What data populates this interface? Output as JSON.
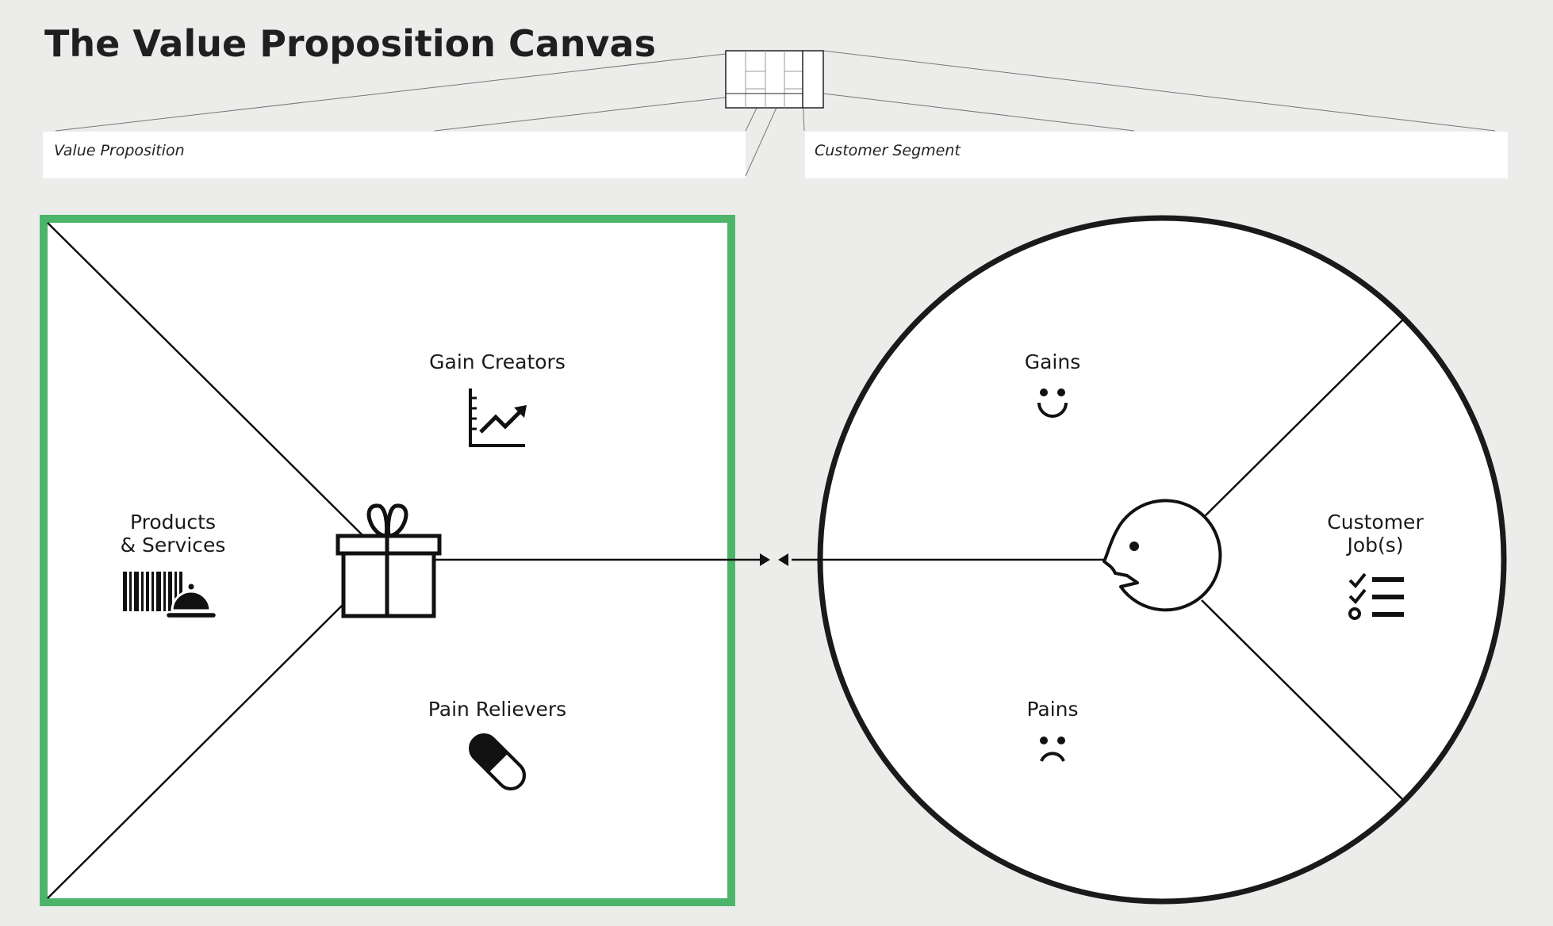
{
  "header": {
    "title": "The Value Proposition Canvas"
  },
  "fields": {
    "value_proposition_name": "Value Proposition",
    "customer_segment_name": "Customer Segment"
  },
  "value_map": {
    "accent_color": "#4db56a",
    "gain_creators": "Gain Creators",
    "products_services_line1": "Products",
    "products_services_line2": "& Services",
    "pain_relievers": "Pain Relievers"
  },
  "customer_profile": {
    "gains": "Gains",
    "customer_jobs_line1": "Customer",
    "customer_jobs_line2": "Job(s)",
    "pains": "Pains"
  },
  "icons": {
    "gain_creators": "growth-chart-icon",
    "products_services": "barcode-service-bell-icon",
    "pain_relievers": "pill-icon",
    "value_map_center": "gift-icon",
    "gains": "smiley-icon",
    "customer_jobs": "checklist-icon",
    "pains": "sad-face-icon",
    "customer_center": "customer-head-icon"
  }
}
